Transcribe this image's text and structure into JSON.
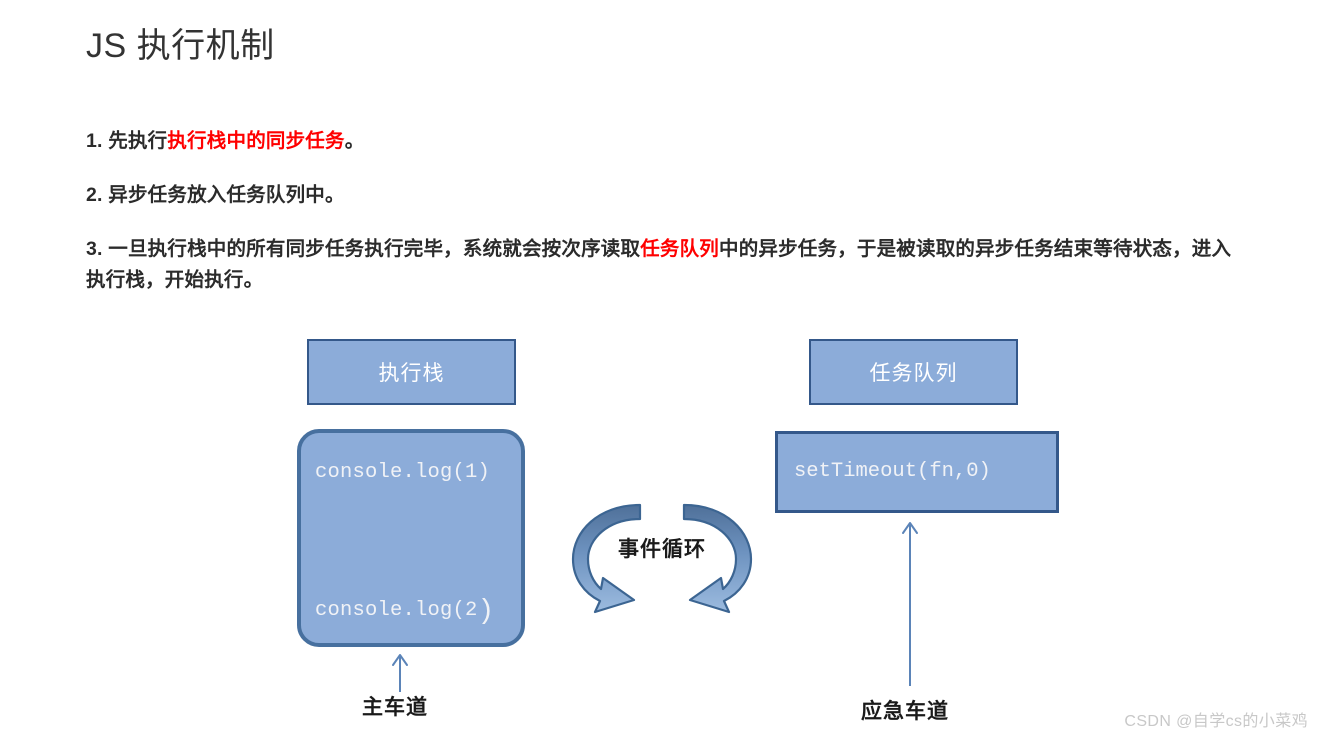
{
  "title": "JS 执行机制",
  "notes": {
    "item1": {
      "prefix": "1. 先执行",
      "highlight": "执行栈中的同步任务",
      "suffix": "。"
    },
    "item2": {
      "text": "2. 异步任务放入任务队列中。"
    },
    "item3": {
      "prefix": "3. 一旦执行栈中的所有同步任务执行完毕，系统就会按次序读取",
      "highlight": "任务队列",
      "suffix": "中的异步任务，于是被读取的异步任务结束等待状态，进入执行栈，开始执行。"
    }
  },
  "diagram": {
    "stack_header": "执行栈",
    "queue_header": "任务队列",
    "stack_code_1": "console.log(1)",
    "stack_code_2a": "console.log(2",
    "stack_code_2b": ")",
    "queue_code": "setTimeout(fn,0)",
    "event_loop_label": "事件循环",
    "main_lane_label": "主车道",
    "emergency_lane_label": "应急车道"
  },
  "colors": {
    "box_fill": "#8cacd9",
    "box_border": "#34588a",
    "rounded_border": "#47709f",
    "arrow_blue": "#5b84b8",
    "highlight_red": "#ff0000",
    "title_gray": "#333333",
    "body_text": "#2b2b2b",
    "watermark_gray": "#c8c8c8"
  },
  "watermark": "CSDN @自学cs的小菜鸡"
}
